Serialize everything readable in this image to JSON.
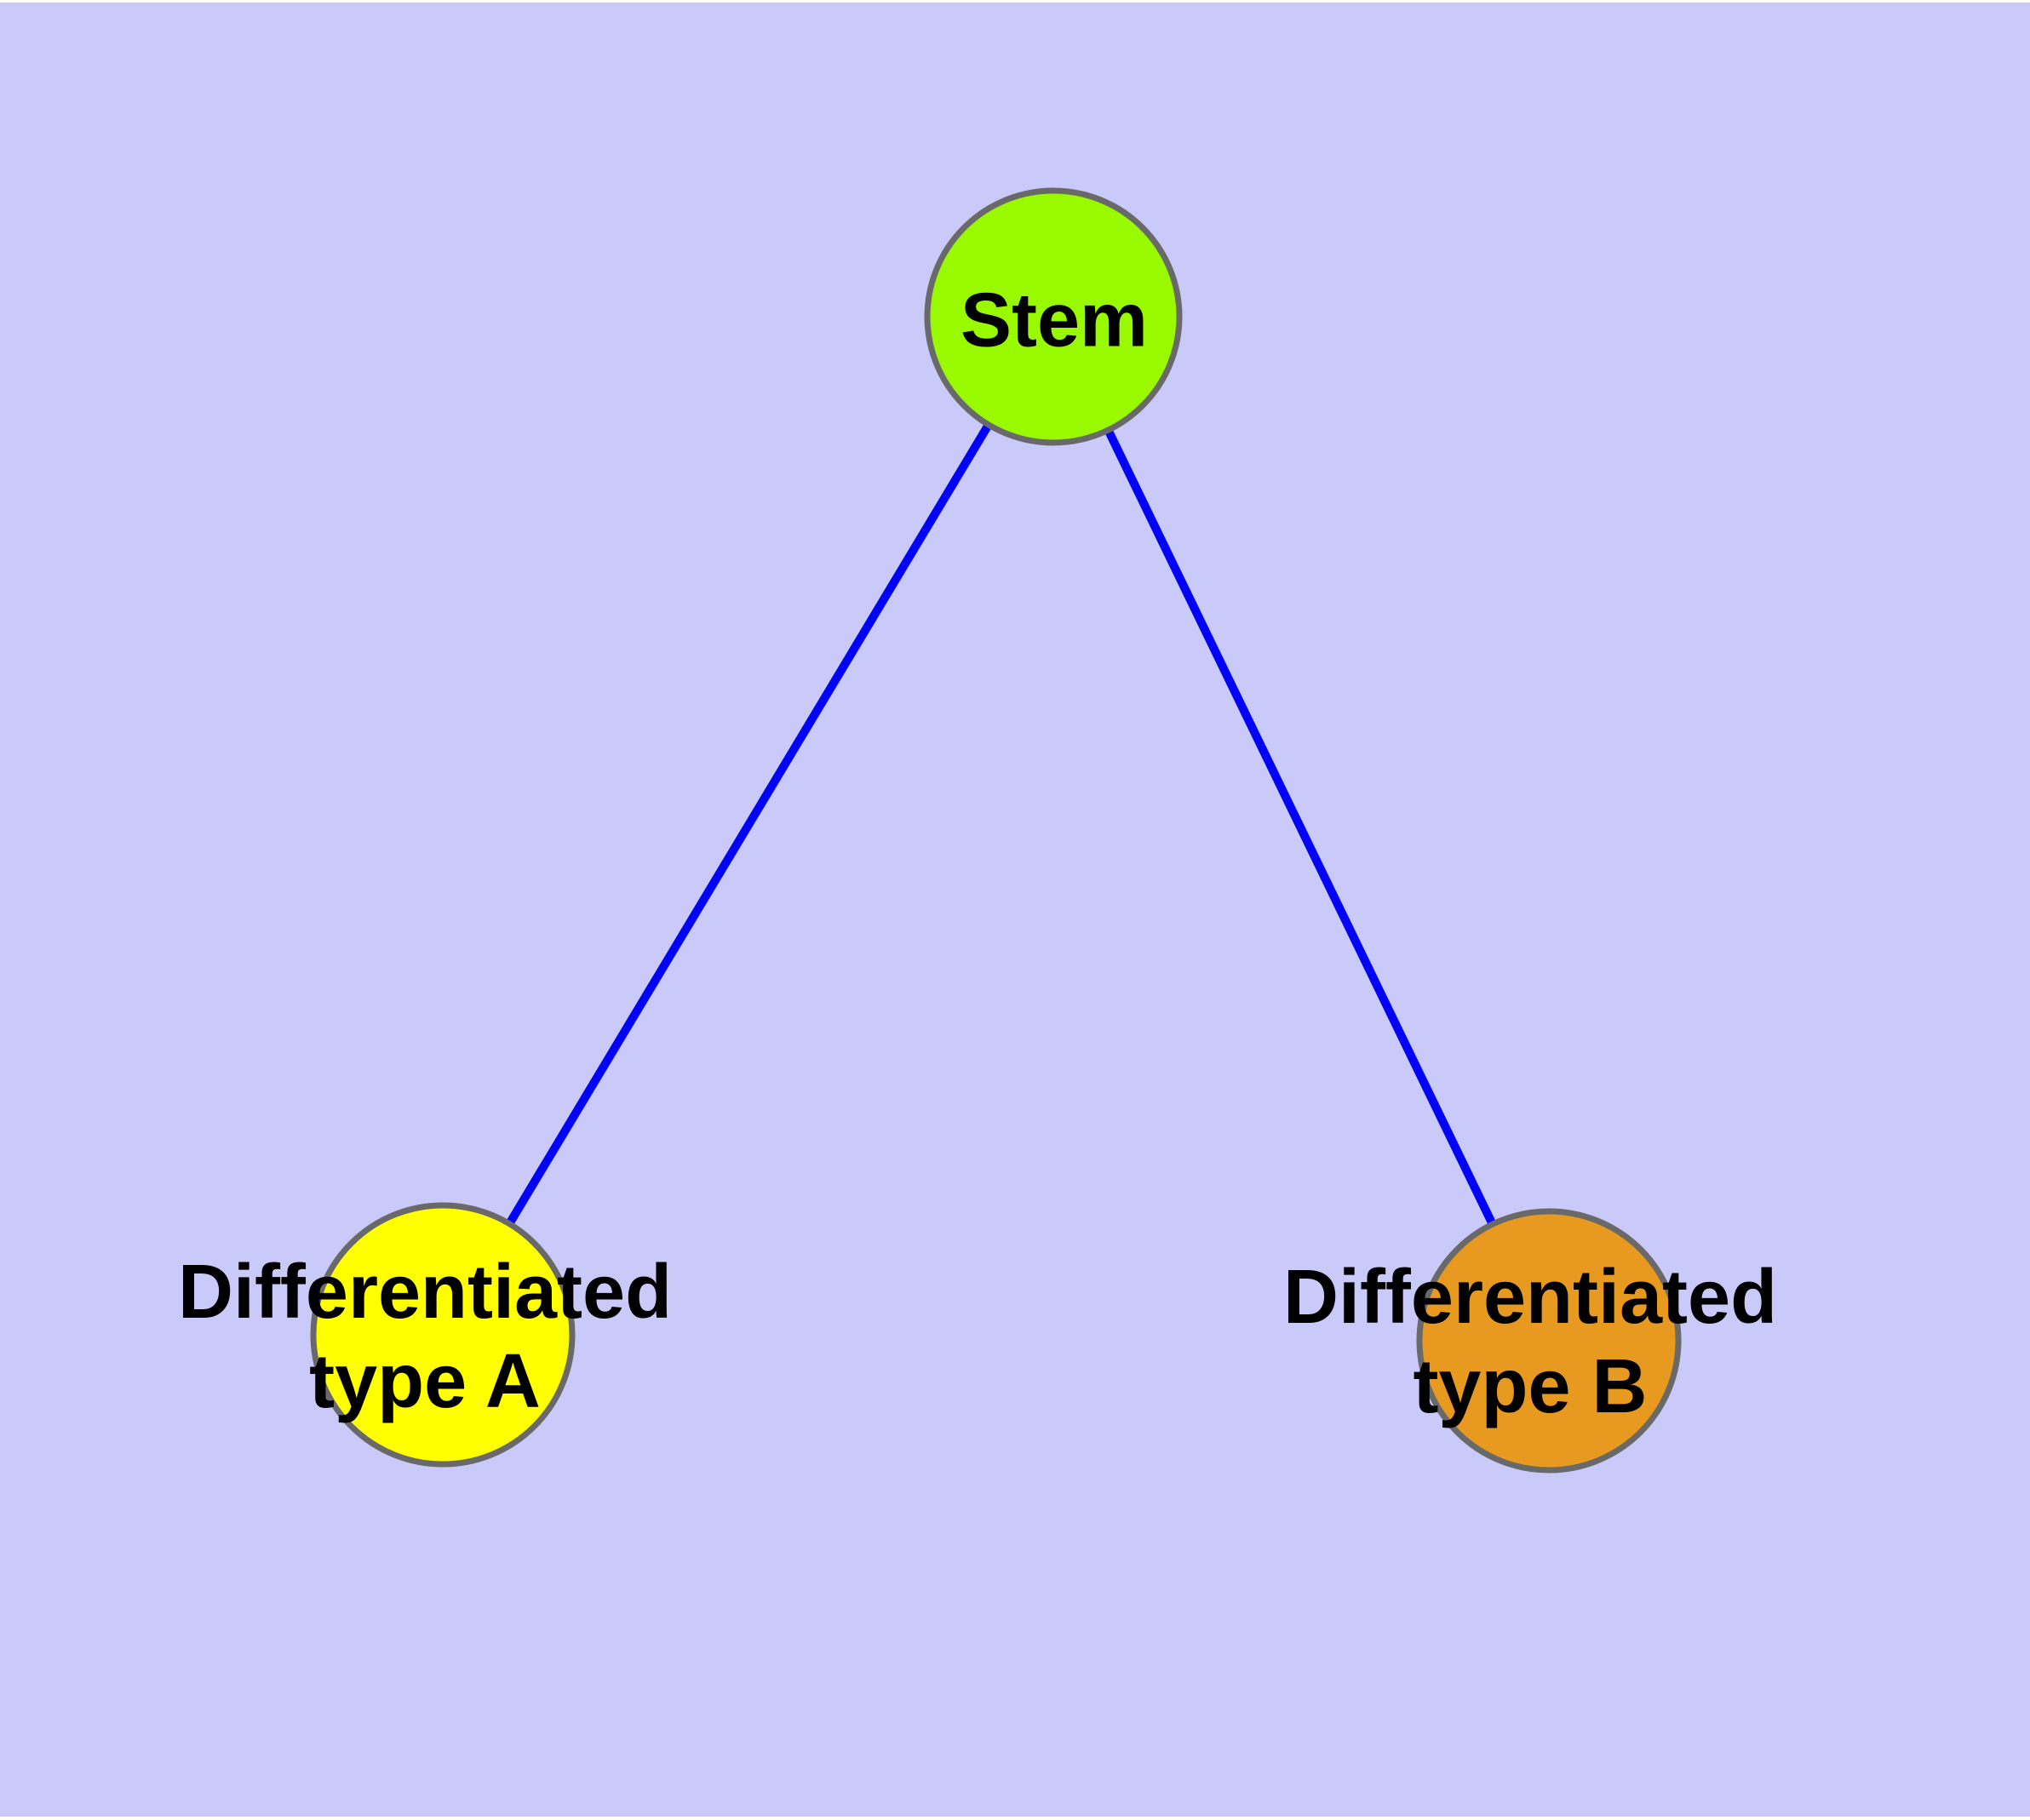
{
  "diagram": {
    "type": "node-link-graph",
    "background_color": "#CACAFA",
    "edge_color": "#0202F8",
    "node_border_color": "#696969",
    "label_color": "#000000",
    "nodes": [
      {
        "id": "stem",
        "label": "Stem",
        "color": "#99FA00"
      },
      {
        "id": "differentiated-type-a",
        "label": "Differentiated type A",
        "label_line1": "Differentiated",
        "label_line2": "type A",
        "color": "#FFFF00"
      },
      {
        "id": "differentiated-type-b",
        "label": "Differentiated type B",
        "label_line1": "Differentiated",
        "label_line2": "type B",
        "color": "#E89A20"
      }
    ],
    "edges": [
      {
        "from": "Stem",
        "to": "Differentiated type A"
      },
      {
        "from": "Stem",
        "to": "Differentiated type B"
      }
    ]
  }
}
